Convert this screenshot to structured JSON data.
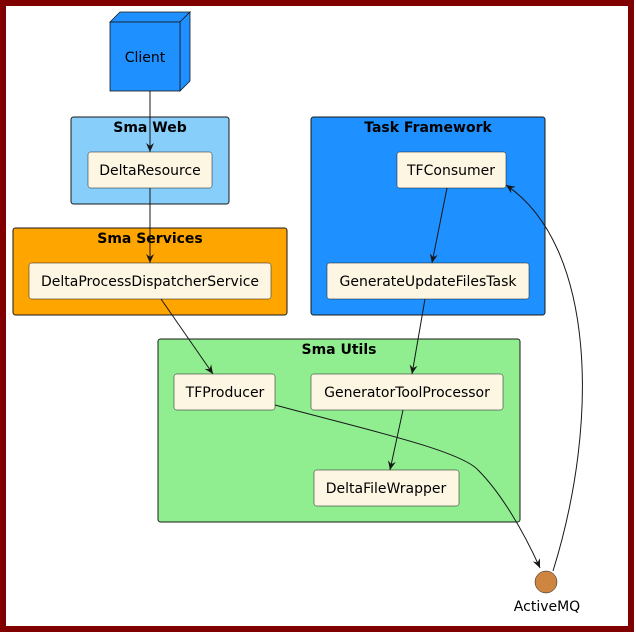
{
  "colors": {
    "frame": "#800000",
    "client_node": "#1e90ff",
    "web_package": "#87cefa",
    "services_package": "#ffa500",
    "task_framework_package": "#1e90ff",
    "utils_package": "#90ee90",
    "component_fill": "#fdf6e3",
    "queue_fill": "#cd853f",
    "edge": "#181818"
  },
  "client": {
    "label": "Client"
  },
  "packages": {
    "sma_web": {
      "title": "Sma Web"
    },
    "task_framework": {
      "title": "Task Framework"
    },
    "sma_services": {
      "title": "Sma Services"
    },
    "sma_utils": {
      "title": "Sma Utils"
    }
  },
  "components": {
    "delta_resource": "DeltaResource",
    "delta_process_dispatcher_service": "DeltaProcessDispatcherService",
    "tf_consumer": "TFConsumer",
    "generate_update_files_task": "GenerateUpdateFilesTask",
    "tf_producer": "TFProducer",
    "generator_tool_processor": "GeneratorToolProcessor",
    "delta_file_wrapper": "DeltaFileWrapper"
  },
  "queue": {
    "label": "ActiveMQ"
  }
}
